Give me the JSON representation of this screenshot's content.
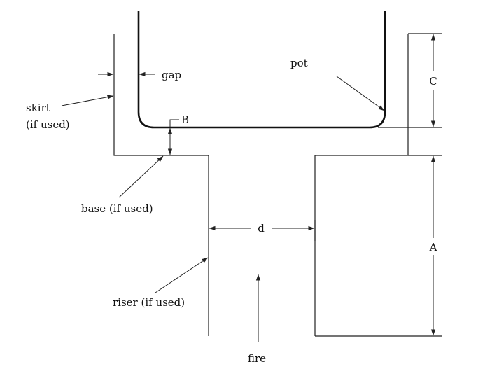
{
  "diagram": {
    "labels": {
      "gap": "gap",
      "pot": "pot",
      "skirt": "skirt",
      "skirt_note": "(if used)",
      "B": "B",
      "C": "C",
      "base": "base (if used)",
      "d": "d",
      "A": "A",
      "riser": "riser (if used)",
      "fire": "fire"
    },
    "colors": {
      "line": "#222222",
      "pot_line": "#111111",
      "background": "#ffffff"
    }
  }
}
